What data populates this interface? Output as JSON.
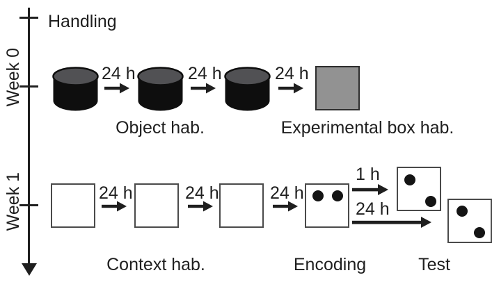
{
  "diagram": {
    "handling_label": "Handling",
    "week0": {
      "axis_label": "Week 0",
      "intervals": [
        "24 h",
        "24 h",
        "24 h"
      ],
      "object_hab_label": "Object hab.",
      "experimental_box_hab_label": "Experimental box hab."
    },
    "week1": {
      "axis_label": "Week 1",
      "intervals": [
        "24 h",
        "24 h",
        "24 h"
      ],
      "short_delay_label": "1 h",
      "long_delay_label": "24 h",
      "context_hab_label": "Context hab.",
      "encoding_label": "Encoding",
      "test_label": "Test"
    },
    "colors": {
      "background": "#ffffff",
      "text": "#1f1f1f",
      "axis": "#1f1f1f",
      "cylinder_body": "#0e0e0e",
      "cylinder_top": "#515154",
      "experimental_box_fill": "#929292",
      "experimental_box_border": "#2e2e2e",
      "context_box_border": "#4a4a4a",
      "object_dot": "#141414"
    }
  }
}
